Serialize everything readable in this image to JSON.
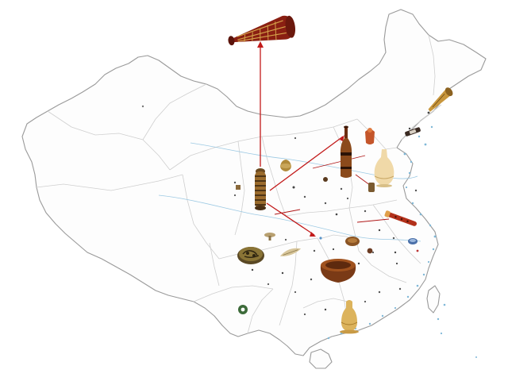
{
  "map": {
    "colors": {
      "outline": "#9a9a9a",
      "province_lines": "#cfcfcf",
      "coast": "#7fb8d8",
      "arrow": "#c21a1a",
      "bronze": "#9a6b2c",
      "gold": "#c89a45",
      "lacquer_red": "#8a1f12",
      "dark_brown": "#5b2c14"
    },
    "objects": [
      {
        "id": "obj-01",
        "icon": "striped-drum-icon"
      },
      {
        "id": "obj-02",
        "icon": "stacked-bronze-drum-icon"
      },
      {
        "id": "obj-03",
        "icon": "bronze-pot-icon"
      },
      {
        "id": "obj-04",
        "icon": "tall-bottle-icon"
      },
      {
        "id": "obj-05",
        "icon": "cream-vase-icon"
      },
      {
        "id": "obj-06",
        "icon": "brown-bowl-icon"
      },
      {
        "id": "obj-07",
        "icon": "coiled-basket-icon"
      },
      {
        "id": "obj-08",
        "icon": "gold-figure-icon"
      },
      {
        "id": "obj-09",
        "icon": "gold-horn-icon"
      },
      {
        "id": "obj-10",
        "icon": "red-flute-icon"
      },
      {
        "id": "obj-11",
        "icon": "green-jade-disc-icon"
      },
      {
        "id": "obj-12",
        "icon": "shell-ornament-icon"
      },
      {
        "id": "obj-13",
        "icon": "small-mushroom-icon"
      }
    ]
  }
}
